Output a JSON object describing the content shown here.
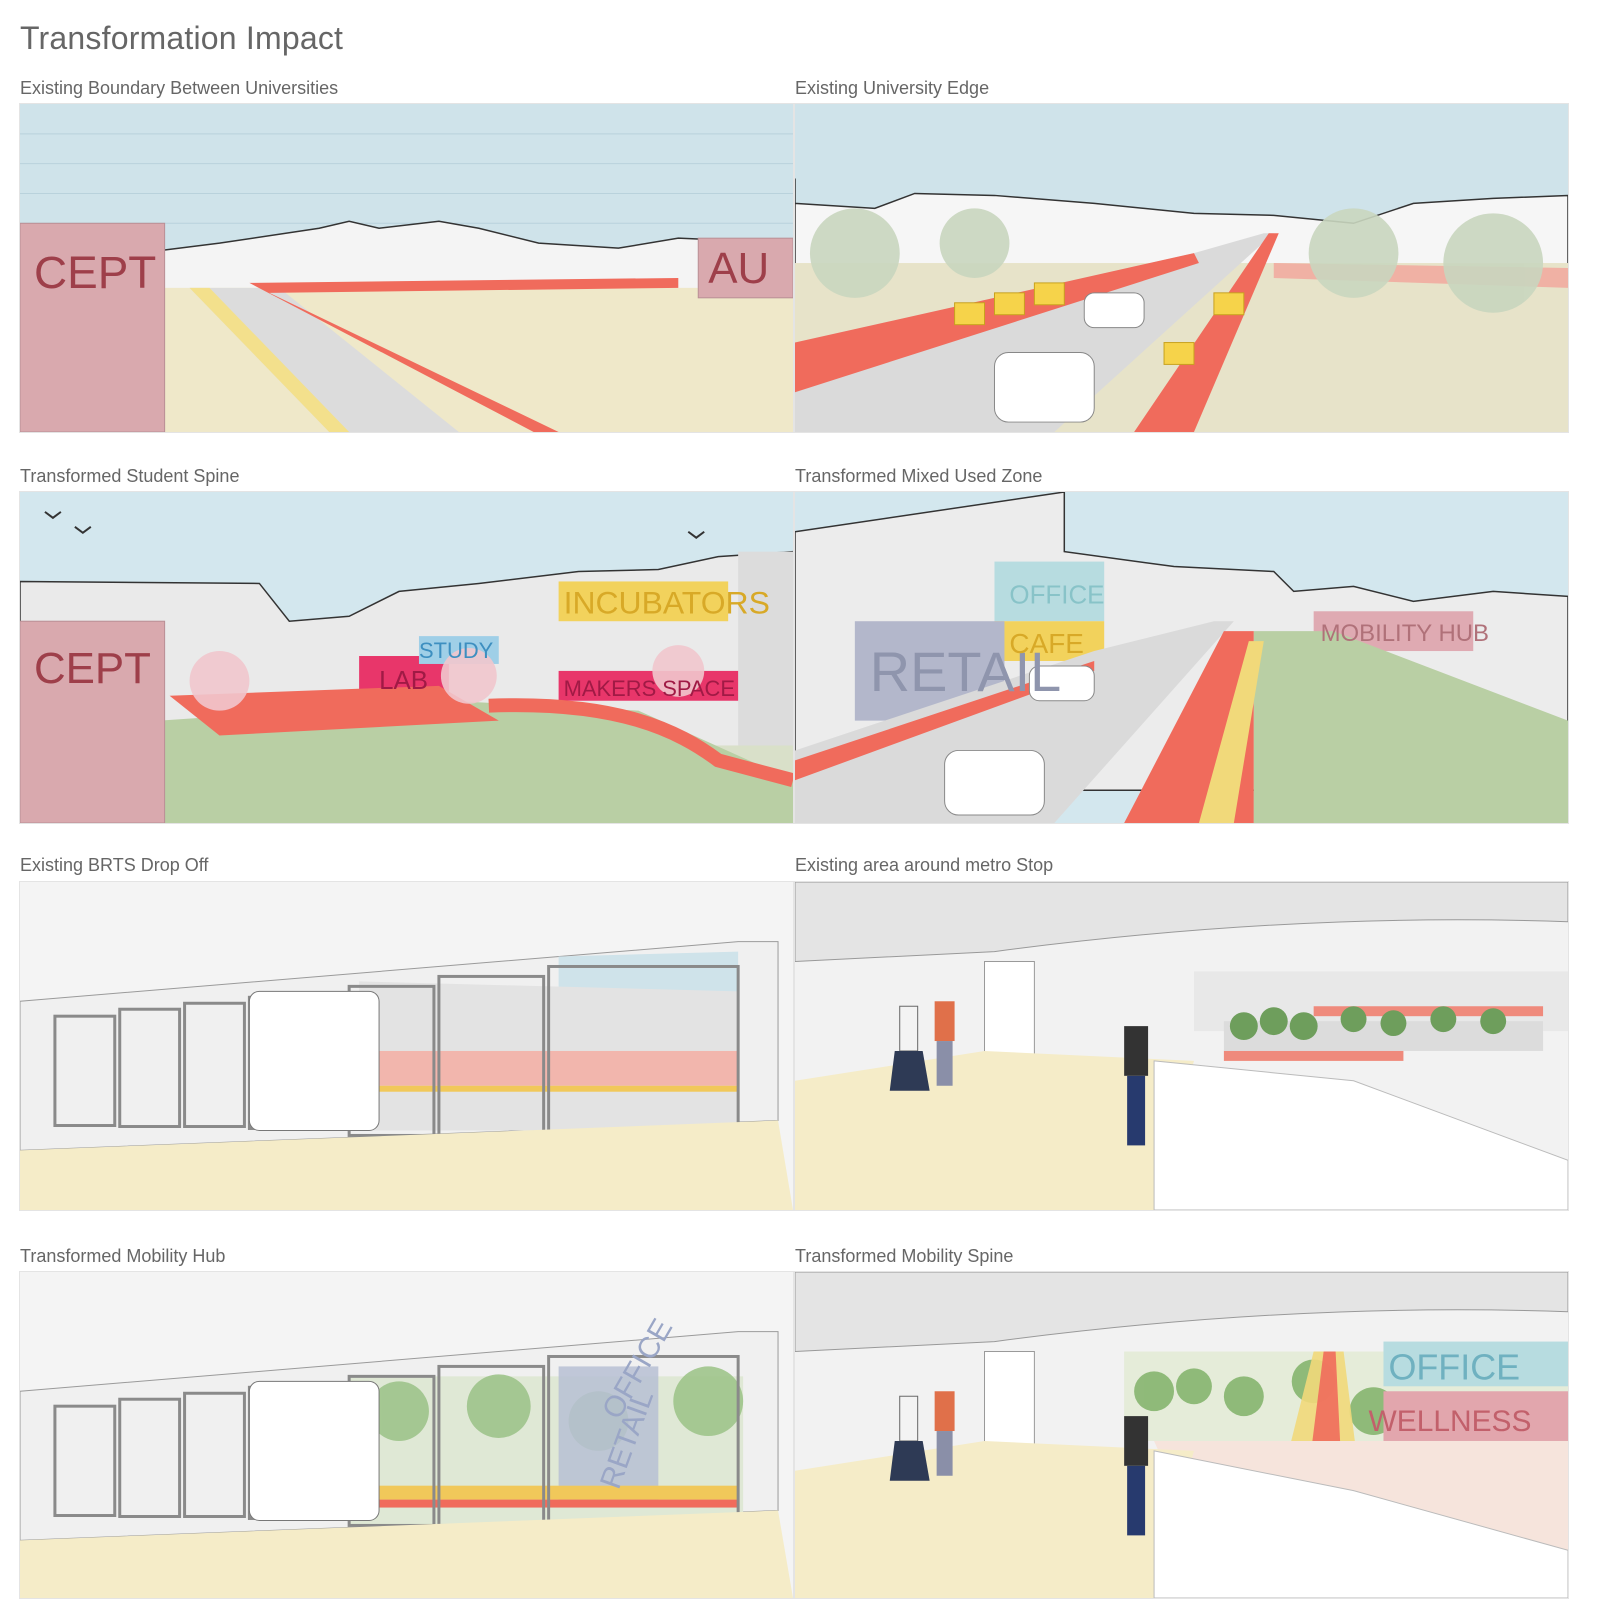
{
  "page": {
    "title": "Transformation Impact"
  },
  "panels": [
    {
      "caption": "Existing Boundary Between Universities",
      "labels": [
        "CEPT",
        "AU"
      ]
    },
    {
      "caption": "Existing University Edge",
      "labels": []
    },
    {
      "caption": "Transformed Student Spine",
      "labels": [
        "CEPT",
        "INCUBATORS",
        "STUDY",
        "LAB",
        "MAKERS SPACE"
      ]
    },
    {
      "caption": "Transformed Mixed Used Zone",
      "labels": [
        "OFFICE",
        "RETAIL",
        "CAFE",
        "MOBILITY HUB"
      ]
    },
    {
      "caption": "Existing BRTS Drop Off",
      "labels": []
    },
    {
      "caption": "Existing  area around metro Stop",
      "labels": []
    },
    {
      "caption": "Transformed Mobility Hub",
      "labels": [
        "OFFICE",
        "RETAIL"
      ]
    },
    {
      "caption": "Transformed Mobility Spine",
      "labels": [
        "OFFICE",
        "WELLNESS"
      ]
    }
  ],
  "colors": {
    "sky": "#cfe3ea",
    "ground": "#efe8c9",
    "red_path": "#f06b5c",
    "cept_block": "#d9a9ae",
    "cept_text": "#9e3f4a",
    "yellow": "#f1d97a",
    "grass": "#b9cfa4"
  },
  "icons": [
    "bird-icon",
    "tree-icon",
    "car-icon",
    "person-icon",
    "bus-icon"
  ]
}
